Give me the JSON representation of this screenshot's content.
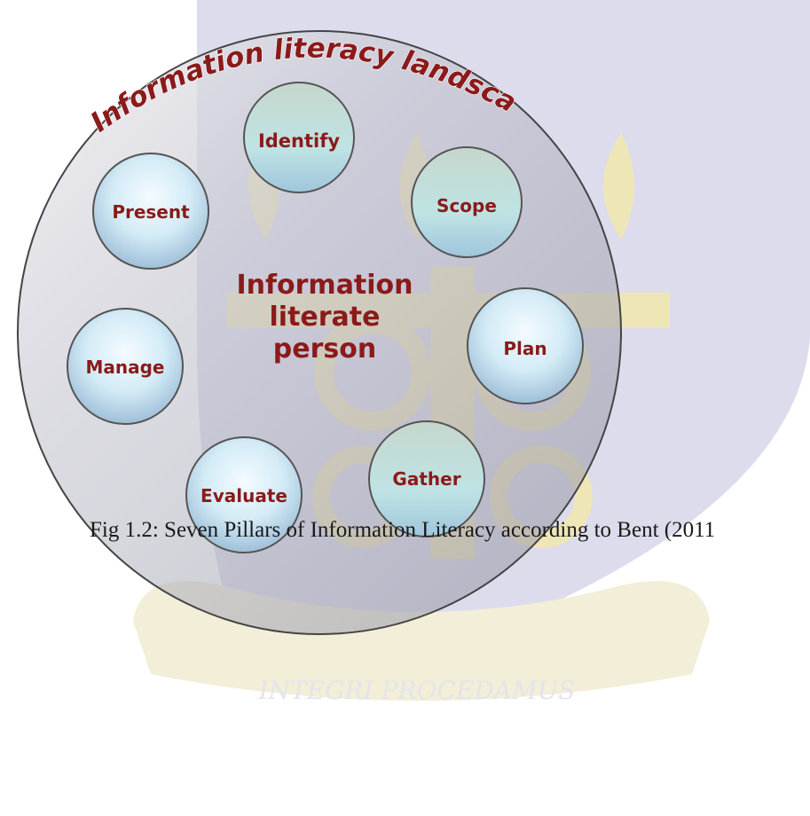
{
  "diagram": {
    "landscape_label": "Information literacy landscape",
    "center_label": [
      "Information",
      "literate",
      "person"
    ],
    "pillars": [
      {
        "id": "identify",
        "label": "Identify"
      },
      {
        "id": "scope",
        "label": "Scope"
      },
      {
        "id": "plan",
        "label": "Plan"
      },
      {
        "id": "gather",
        "label": "Gather"
      },
      {
        "id": "evaluate",
        "label": "Evaluate"
      },
      {
        "id": "manage",
        "label": "Manage"
      },
      {
        "id": "present",
        "label": "Present"
      }
    ],
    "colors": {
      "label_text": "#8b1a1a",
      "circle_fill": "#c9c9d2",
      "bubble_light": "#e6f6ff",
      "bubble_dark": "#9fc4da"
    }
  },
  "caption": "Fig 1.2: Seven Pillars of Information Literacy according to Bent (2011",
  "watermark": {
    "motto": "INTEGRI PROCEDAMUS",
    "colors": {
      "shield": "#dcdcec",
      "gold": "#efe6b8"
    }
  }
}
